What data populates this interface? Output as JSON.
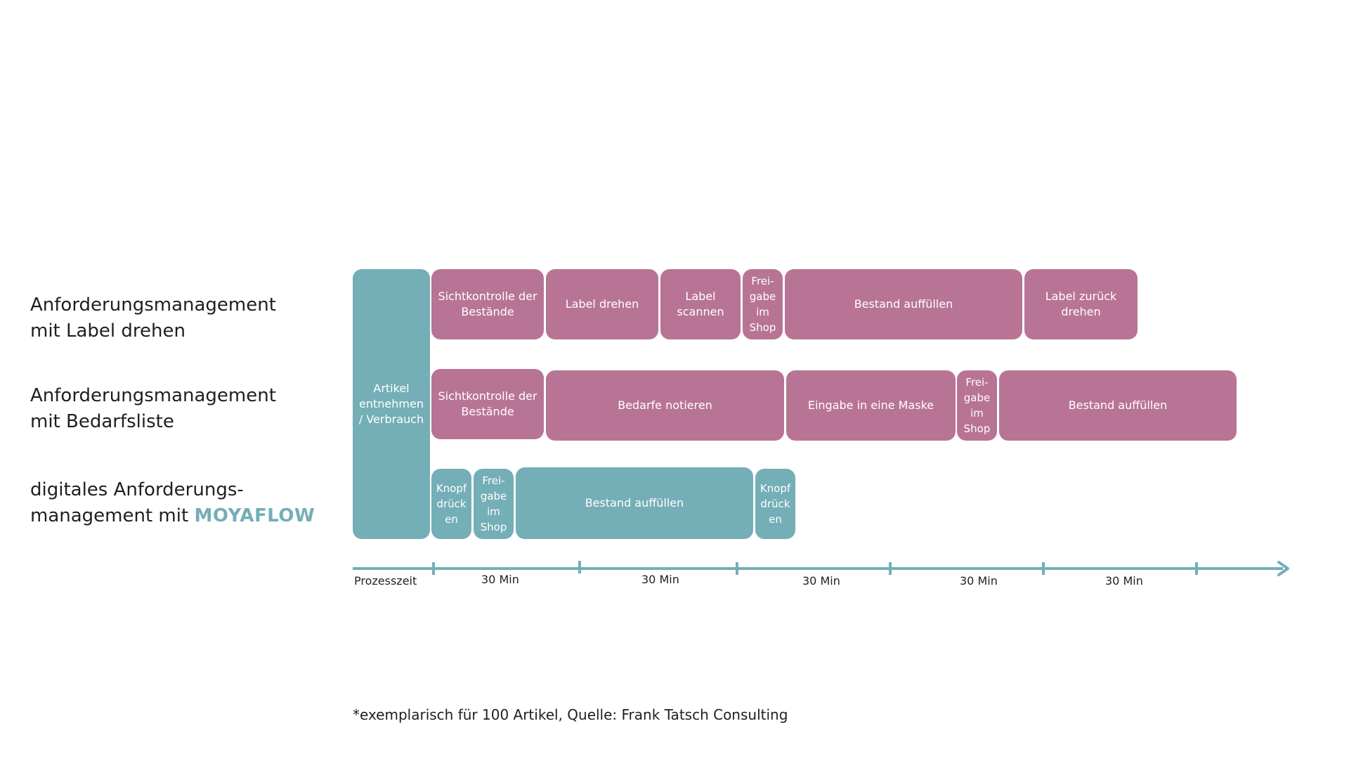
{
  "colors": {
    "pink": "#b87494",
    "teal": "#74aeb6",
    "text": "#1f1f1f",
    "background": "#ffffff"
  },
  "rows": [
    {
      "label_line1": "Anforderungsmanagement",
      "label_line2": "mit Label drehen"
    },
    {
      "label_line1": "Anforderungsmanagement",
      "label_line2": "mit Bedarfsliste"
    },
    {
      "label_line1": "digitales Anforderungs-",
      "label_line2_prefix": "management mit ",
      "label_brand": "MOYAFLOW"
    }
  ],
  "shared_step": {
    "label": "Artikel entnehmen / Verbrauch"
  },
  "row1_steps": [
    {
      "label": "Sichtkontrolle der Bestände"
    },
    {
      "label": "Label drehen"
    },
    {
      "label": "Label scannen"
    },
    {
      "label": "Frei-gabe im Shop"
    },
    {
      "label": "Bestand auffüllen"
    },
    {
      "label": "Label zurück drehen"
    }
  ],
  "row2_steps": [
    {
      "label": "Sichtkontrolle der Bestände"
    },
    {
      "label": "Bedarfe notieren"
    },
    {
      "label": "Eingabe in eine Maske"
    },
    {
      "label": "Frei-gabe im Shop"
    },
    {
      "label": "Bestand auffüllen"
    }
  ],
  "row3_steps": [
    {
      "label": "Knopf drück en"
    },
    {
      "label": "Frei-gabe im Shop"
    },
    {
      "label": "Bestand auffüllen"
    },
    {
      "label": "Knopf drück en"
    }
  ],
  "axis": {
    "start_label": "Prozesszeit",
    "intervals": [
      "30 Min",
      "30 Min",
      "30 Min",
      "30 Min",
      "30 Min"
    ]
  },
  "footnote": "*exemplarisch für 100 Artikel, Quelle: Frank Tatsch Consulting"
}
